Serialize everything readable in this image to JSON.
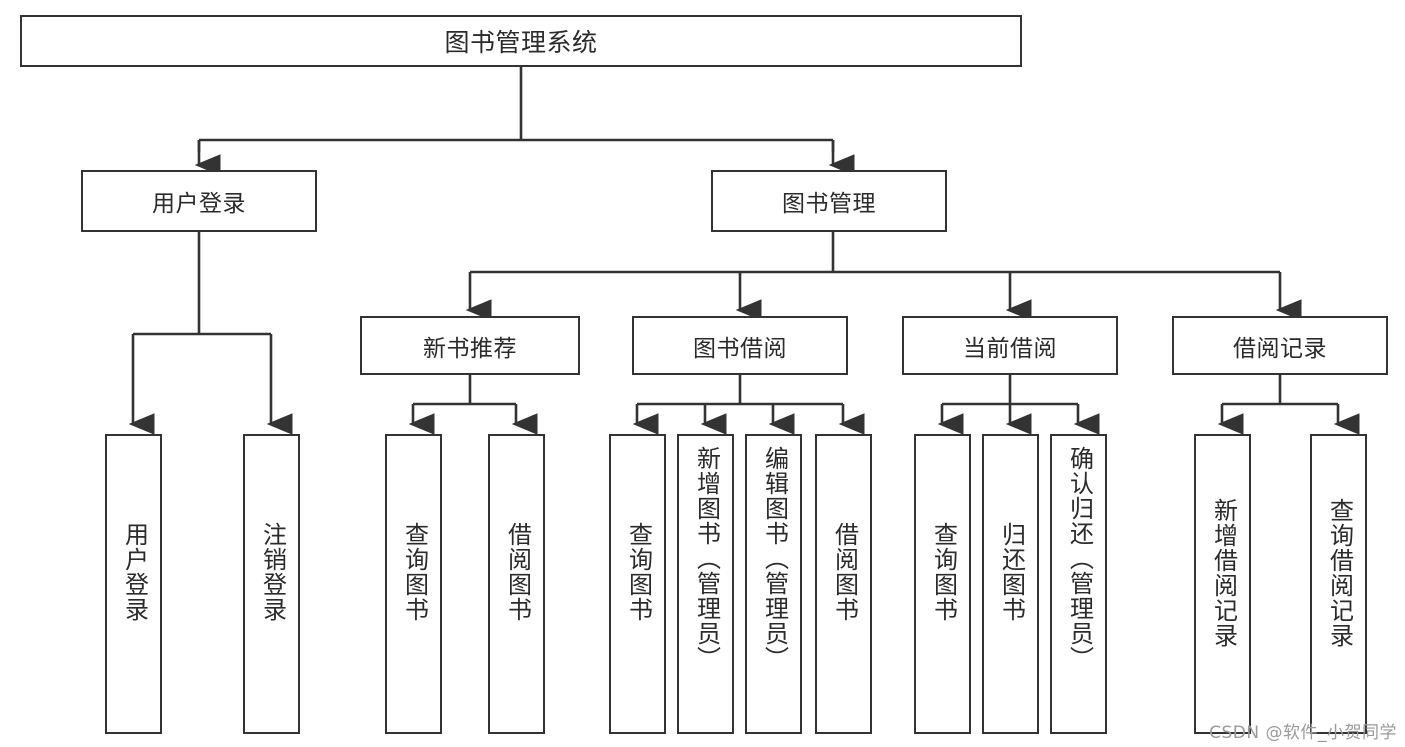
{
  "diagram": {
    "type": "tree-hierarchy-chart",
    "title": "图书管理系统",
    "root": {
      "id": "root",
      "label": "图书管理系统"
    },
    "level2": [
      {
        "id": "user-login",
        "label": "用户登录"
      },
      {
        "id": "book-manage",
        "label": "图书管理"
      }
    ],
    "level3": [
      {
        "id": "new-book-recommend",
        "label": "新书推荐"
      },
      {
        "id": "book-borrow",
        "label": "图书借阅"
      },
      {
        "id": "current-borrow",
        "label": "当前借阅"
      },
      {
        "id": "borrow-record",
        "label": "借阅记录"
      }
    ],
    "leaves": {
      "user_login": [
        {
          "id": "leaf-user-login",
          "label": "用户登录"
        },
        {
          "id": "leaf-logout-login",
          "label": "注销登录"
        }
      ],
      "new_book_recommend": [
        {
          "id": "leaf-query-book-1",
          "label": "查询图书"
        },
        {
          "id": "leaf-borrow-book-1",
          "label": "借阅图书"
        }
      ],
      "book_borrow": [
        {
          "id": "leaf-query-book-2",
          "label": "查询图书"
        },
        {
          "id": "leaf-add-book",
          "label": "新增图书（管理员）"
        },
        {
          "id": "leaf-edit-book",
          "label": "编辑图书（管理员）"
        },
        {
          "id": "leaf-borrow-book-2",
          "label": "借阅图书"
        }
      ],
      "current_borrow": [
        {
          "id": "leaf-query-book-3",
          "label": "查询图书"
        },
        {
          "id": "leaf-return-book",
          "label": "归还图书"
        },
        {
          "id": "leaf-confirm-return",
          "label": "确认归还（管理员）"
        }
      ],
      "borrow_record": [
        {
          "id": "leaf-add-record",
          "label": "新增借阅记录"
        },
        {
          "id": "leaf-query-record",
          "label": "查询借阅记录"
        }
      ]
    },
    "watermark": "CSDN @软件_小贺同学",
    "colors": {
      "box_border": "#333333",
      "box_fill": "#ffffff",
      "line": "#333333",
      "text": "#2b2b2b",
      "watermark": "#9a9a9a",
      "background": "#ffffff"
    }
  }
}
